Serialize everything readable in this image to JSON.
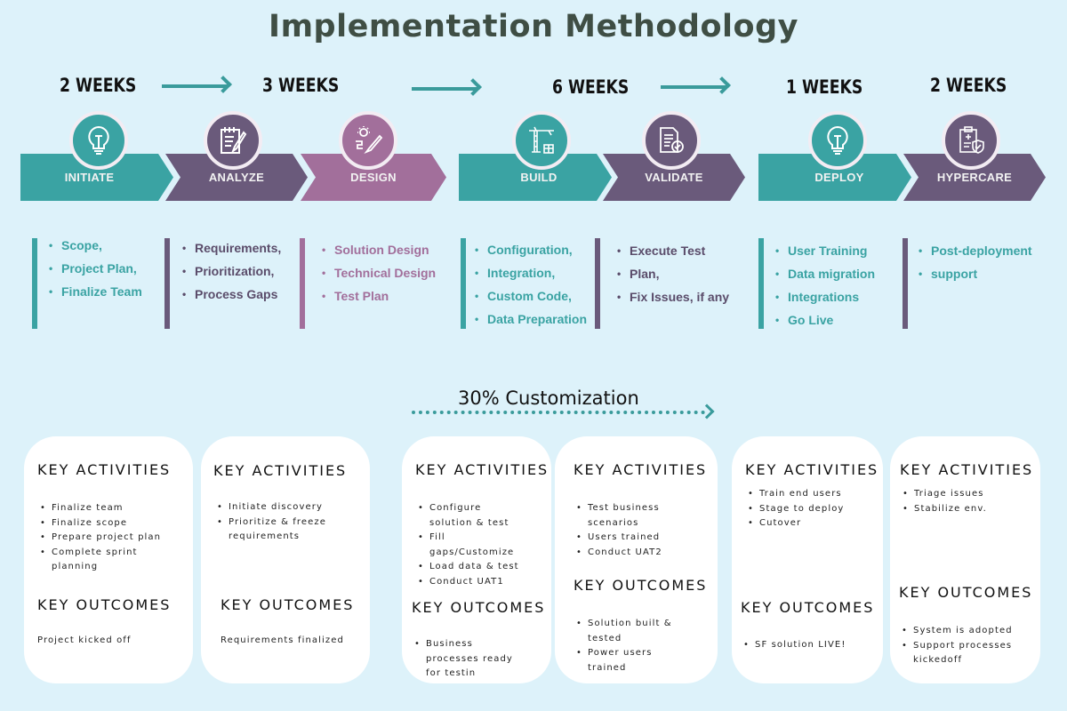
{
  "title": "Implementation Methodology",
  "colors": {
    "teal": "#3aa3a3",
    "purple": "#6a5a7b",
    "mauve": "#a26f9b",
    "background": "#ddf2fa",
    "title": "#3f4e44"
  },
  "durations": [
    "2 WEEKS",
    "3 WEEKS",
    "6 WEEKS",
    "1 WEEKS",
    "2 WEEKS"
  ],
  "customization_label": "30% Customization",
  "phases": [
    {
      "label": "INITIATE",
      "icon": "lightbulb-icon",
      "bullets": [
        "Scope,",
        "Project Plan,",
        "Finalize Team"
      ]
    },
    {
      "label": "ANALYZE",
      "icon": "notepad-pencil-icon",
      "bullets": [
        "Requirements,",
        "Prioritization,",
        "Process Gaps"
      ]
    },
    {
      "label": "DESIGN",
      "icon": "idea-design-pencil-icon",
      "bullets": [
        "Solution Design",
        "Technical Design",
        "Test Plan"
      ]
    },
    {
      "label": "BUILD",
      "icon": "construction-crane-icon",
      "bullets": [
        "Configuration,",
        "Integration,",
        "Custom Code,",
        "Data Preparation"
      ]
    },
    {
      "label": "VALIDATE",
      "icon": "document-check-icon",
      "bullets": [
        "Execute Test",
        "Plan,",
        "Fix Issues, if any"
      ]
    },
    {
      "label": "DEPLOY",
      "icon": "lightbulb-icon",
      "bullets": [
        "User Training",
        "Data migration",
        "Integrations",
        "Go Live"
      ]
    },
    {
      "label": "HYPERCARE",
      "icon": "clipboard-shield-icon",
      "bullets": [
        "Post-deployment",
        "support"
      ]
    }
  ],
  "cards": [
    {
      "activities_title": "KEY ACTIVITIES",
      "activities": [
        "Finalize team",
        "Finalize scope",
        "Prepare project plan",
        "Complete sprint planning"
      ],
      "outcomes_title": "KEY OUTCOMES",
      "outcomes_text": "Project kicked off"
    },
    {
      "activities_title": "KEY ACTIVITIES",
      "activities": [
        "Initiate discovery",
        "Prioritize & freeze requirements"
      ],
      "outcomes_title": "KEY OUTCOMES",
      "outcomes_text": "Requirements finalized"
    },
    {
      "activities_title": "KEY ACTIVITIES",
      "activities": [
        "Configure solution & test",
        "Fill gaps/Customize",
        "Load data & test",
        "Conduct UAT1"
      ],
      "outcomes_title": "KEY OUTCOMES",
      "outcomes": [
        "Business processes ready for testin"
      ]
    },
    {
      "activities_title": "KEY ACTIVITIES",
      "activities": [
        "Test business scenarios",
        "Users trained",
        "Conduct UAT2"
      ],
      "outcomes_title": "KEY OUTCOMES",
      "outcomes": [
        "Solution built & tested",
        "Power users trained"
      ]
    },
    {
      "activities_title": "KEY ACTIVITIES",
      "activities": [
        "Train end users",
        "Stage to deploy",
        "Cutover"
      ],
      "outcomes_title": "KEY OUTCOMES",
      "outcomes": [
        "SF solution LIVE!"
      ]
    },
    {
      "activities_title": "KEY ACTIVITIES",
      "activities": [
        "Triage issues",
        "Stabilize env."
      ],
      "outcomes_title": "KEY OUTCOMES",
      "outcomes": [
        "System is adopted",
        "Support processes kickedoff"
      ]
    }
  ]
}
